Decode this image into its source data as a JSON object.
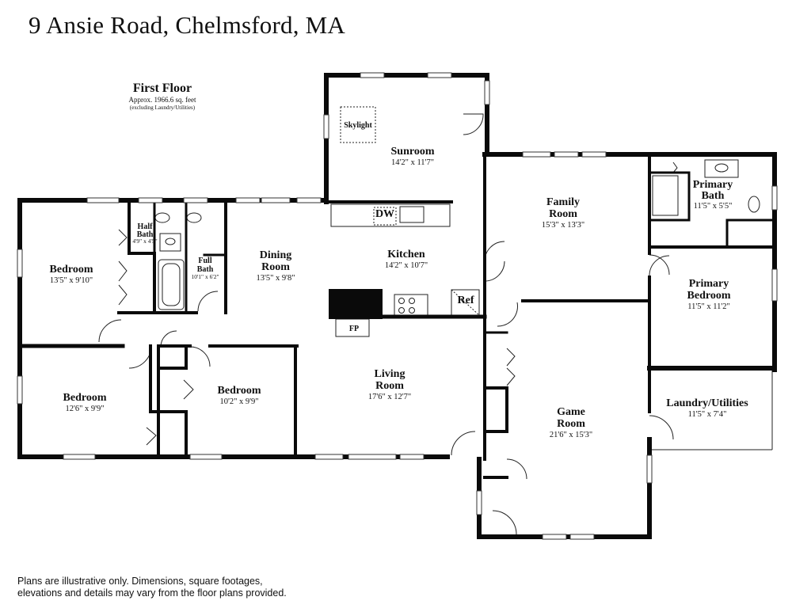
{
  "title": "9 Ansie Road, Chelmsford, MA",
  "floor": {
    "name": "First Floor",
    "area": "Approx. 1966.6 sq. feet",
    "note": "(excluding Laundry/Utilities)"
  },
  "rooms": {
    "sunroom": {
      "name": "Sunroom",
      "dims": "14'2\" x 11'7\""
    },
    "skylight": {
      "name": "Skylight"
    },
    "family_room": {
      "name1": "Family",
      "name2": "Room",
      "dims": "15'3\" x 13'3\""
    },
    "primary_bath": {
      "name1": "Primary",
      "name2": "Bath",
      "dims": "11'5\" x 5'5\""
    },
    "primary_bedroom": {
      "name1": "Primary",
      "name2": "Bedroom",
      "dims": "11'5\" x 11'2\""
    },
    "kitchen": {
      "name": "Kitchen",
      "dims": "14'2\" x 10'7\""
    },
    "dining_room": {
      "name1": "Dining",
      "name2": "Room",
      "dims": "13'5\" x 9'8\""
    },
    "half_bath": {
      "name1": "Half",
      "name2": "Bath",
      "dims": "4'9\" x 4'5\""
    },
    "full_bath": {
      "name1": "Full",
      "name2": "Bath",
      "dims": "10'1\" x 6'2\""
    },
    "bedroom_nw": {
      "name": "Bedroom",
      "dims": "13'5\" x 9'10\""
    },
    "bedroom_sw": {
      "name": "Bedroom",
      "dims": "12'6\" x 9'9\""
    },
    "bedroom_mid": {
      "name": "Bedroom",
      "dims": "10'2\" x 9'9\""
    },
    "living_room": {
      "name1": "Living",
      "name2": "Room",
      "dims": "17'6\" x 12'7\""
    },
    "game_room": {
      "name1": "Game",
      "name2": "Room",
      "dims": "21'6\" x 15'3\""
    },
    "laundry": {
      "name": "Laundry/Utilities",
      "dims": "11'5\" x 7'4\""
    }
  },
  "fixtures": {
    "dw": "DW",
    "ref": "Ref",
    "fp": "FP"
  },
  "disclaimer": {
    "line1": "Plans are illustrative only. Dimensions, square footages,",
    "line2": "elevations and details may vary from the floor plans provided."
  }
}
